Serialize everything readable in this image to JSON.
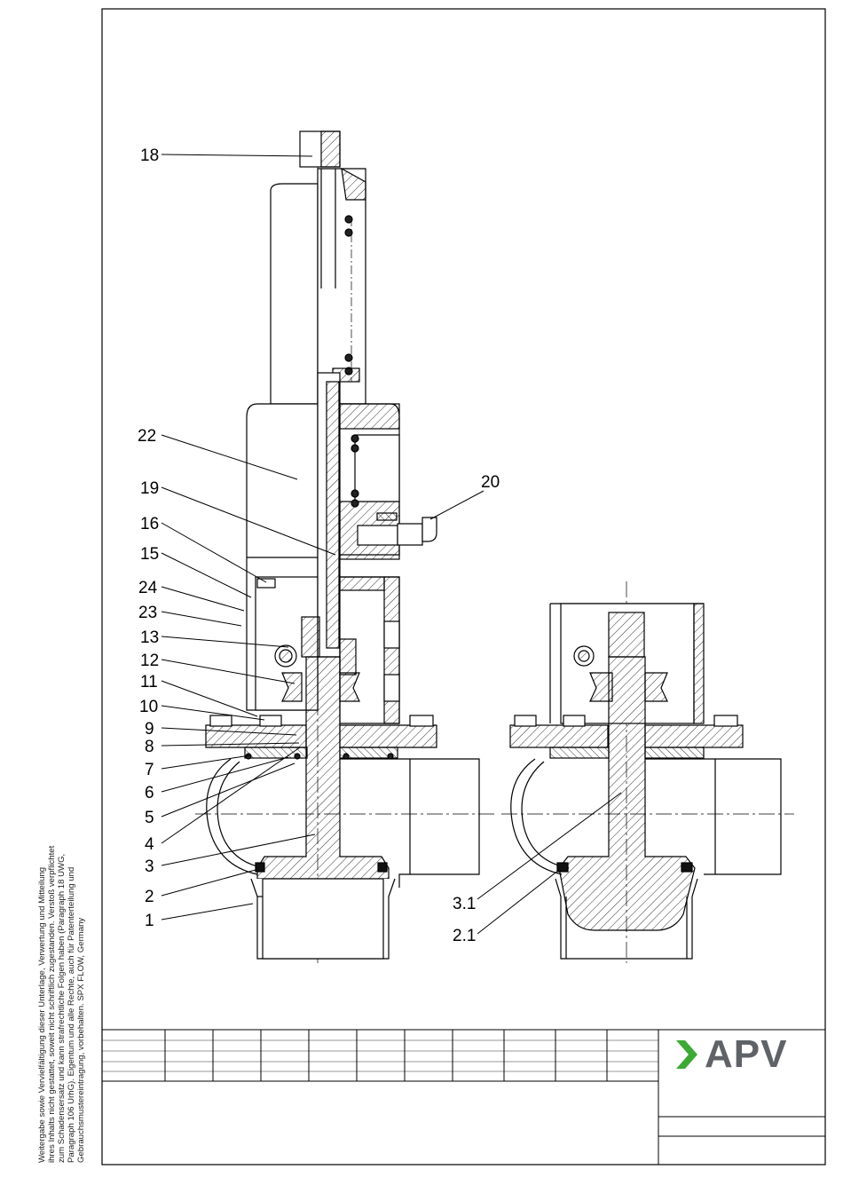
{
  "colors": {
    "brand_green": "#3aaa35",
    "brand_gray": "#5f6368",
    "line": "#000000"
  },
  "copyright_lines": [
    "Weitergabe sowie Vervielfältigung dieser Unterlage, Verwertung und Mitteilung",
    "ihres Inhalts nicht gestattet, soweit nicht schriftlich zugestanden. Verstoß verpflichtet",
    "zum Schadensersatz und kann strafrechtliche Folgen haben (Paragraph 18 UWG,",
    "Paragraph 106 UrhG). Eigentum und alle Rechte, auch für Patenterteilung und",
    "Gebrauchsmustereintragung, vorbehalten. SPX FLOW, Germany"
  ],
  "logo": {
    "text": "APV",
    "icon": "chevron-right-icon"
  },
  "callouts": {
    "c18": "18",
    "c22": "22",
    "c19": "19",
    "c16": "16",
    "c15": "15",
    "c24": "24",
    "c23": "23",
    "c13": "13",
    "c12": "12",
    "c11": "11",
    "c10": "10",
    "c9": "9",
    "c8": "8",
    "c7": "7",
    "c6": "6",
    "c5": "5",
    "c4": "4",
    "c3": "3",
    "c2": "2",
    "c1": "1",
    "c20": "20",
    "c31": "3.1",
    "c21": "2.1"
  }
}
